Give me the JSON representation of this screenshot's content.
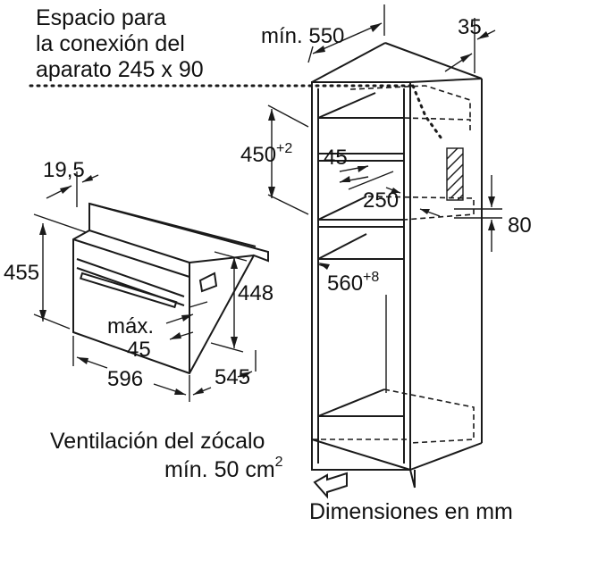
{
  "labels": {
    "connection_space": [
      "Espacio para",
      "la conexión del",
      "aparato 245 x 90"
    ],
    "min_550": "mín. 550",
    "dim_35": "35",
    "dim_450": "450",
    "dim_450_sup": "+2",
    "dim_45_top": "45",
    "dim_250": "250",
    "dim_80": "80",
    "dim_560": "560",
    "dim_560_sup": "+8",
    "dim_19_5": "19,5",
    "dim_455": "455",
    "dim_448": "448",
    "max_label": "máx.",
    "dim_45_max": "45",
    "dim_596": "596",
    "dim_545": "545",
    "ventilation": [
      "Ventilación del zócalo",
      "mín. 50 cm"
    ],
    "ventilation_sup": "2",
    "units": "Dimensiones en mm"
  }
}
